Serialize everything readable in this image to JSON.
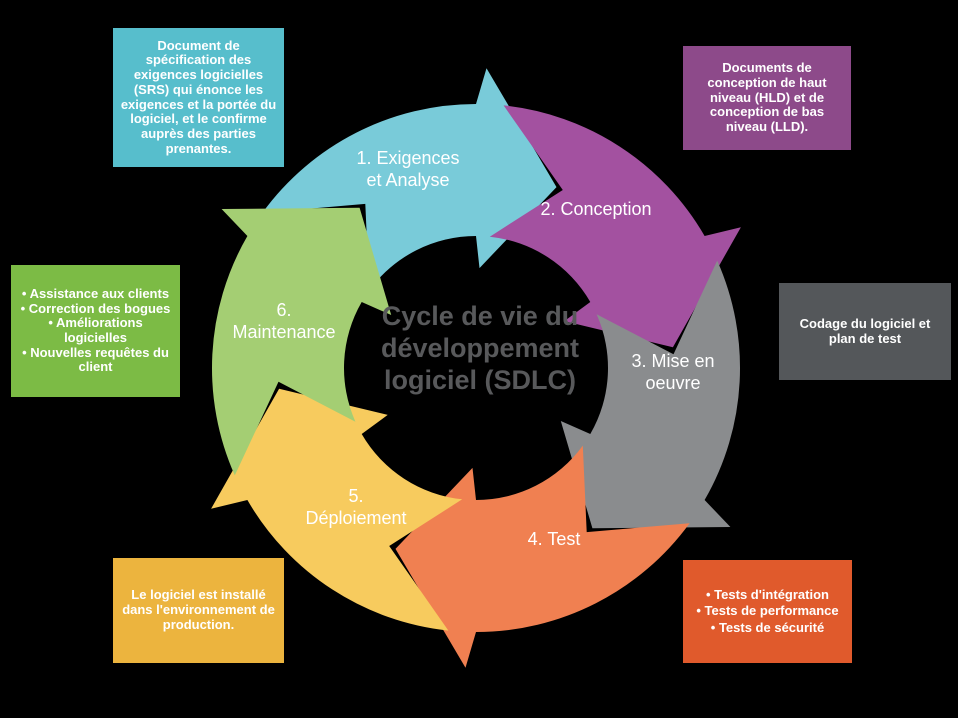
{
  "background_color": "#000000",
  "title": {
    "color": "#58595B",
    "lines": [
      "Cycle de vie du",
      "développement",
      "logiciel (SDLC)"
    ]
  },
  "wheel": {
    "direction": "clockwise",
    "segments": [
      {
        "id": "exigences",
        "color": "#79CBD9",
        "center_angle": 110,
        "label_lines": [
          "1. Exigences",
          "et Analyse"
        ]
      },
      {
        "id": "conception",
        "color": "#A351A0",
        "center_angle": 50,
        "label_lines": [
          "2. Conception",
          ""
        ]
      },
      {
        "id": "mise-en-oeuvre",
        "color": "#8A8C8E",
        "center_angle": -10,
        "label_lines": [
          "3. Mise en",
          "oeuvre"
        ]
      },
      {
        "id": "test",
        "color": "#F08051",
        "center_angle": -70,
        "label_lines": [
          "4. Test",
          ""
        ]
      },
      {
        "id": "deploiement",
        "color": "#F7CB5E",
        "center_angle": -130,
        "label_lines": [
          "5.",
          "Déploiement"
        ]
      },
      {
        "id": "maintenance",
        "color": "#A4CE73",
        "center_angle": -190,
        "label_lines": [
          "6.",
          "Maintenance"
        ]
      }
    ]
  },
  "callouts": [
    {
      "id": "srs",
      "color": "#57BECC",
      "text": "Document de spécification des exigences logicielles (SRS) qui énonce les exigences et la portée du logiciel, et le confirme auprès des parties prenantes."
    },
    {
      "id": "hld",
      "color": "#8D4A8A",
      "text": "Documents de conception de haut niveau (HLD) et de conception de bas niveau (LLD)."
    },
    {
      "id": "codage",
      "color": "#54575A",
      "text": "Codage du logiciel et plan de test"
    },
    {
      "id": "tests",
      "color": "#E05A2C",
      "items": [
        "• Tests d'intégration",
        "• Tests de performance",
        "• Tests de sécurité"
      ]
    },
    {
      "id": "prod",
      "color": "#ECB43E",
      "text": "Le logiciel est installé dans l'environnement de production."
    },
    {
      "id": "maint",
      "color": "#7CBB45",
      "items": [
        "• Assistance aux clients",
        "• Correction des bogues",
        "• Améliorations logicielles",
        "• Nouvelles requêtes du client"
      ]
    }
  ]
}
